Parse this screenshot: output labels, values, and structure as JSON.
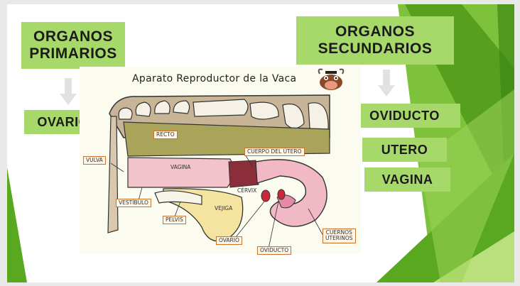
{
  "left_heading": "ORGANOS\nPRIMARIOS",
  "right_heading": "ORGANOS\nSECUNDARIOS",
  "primary_items": [
    "OVARIOS"
  ],
  "secondary_items": [
    "OVIDUCTO",
    "UTERO",
    "VAGINA"
  ],
  "diagram": {
    "title": "Aparato Reproductor de la Vaca",
    "labels": {
      "recto": "RECTO",
      "cuerpo_utero": "CUERPO DEL ÚTERO",
      "vulva": "VULVA",
      "vagina": "VAGINA",
      "cervix": "CÉRVIX",
      "vestibulo": "VESTÍBULO",
      "vejiga": "VEJIGA",
      "pelvis": "PELVIS",
      "ovario": "OVARIO",
      "oviducto": "OVIDUCTO",
      "cuernos": "CUERNOS\nUTERINOS"
    }
  },
  "colors": {
    "box_green": "#a6d86a",
    "bg_green_dark": "#4f9a1a",
    "bg_green_mid": "#7dc23a",
    "bg_green_light": "#b9e07c"
  }
}
